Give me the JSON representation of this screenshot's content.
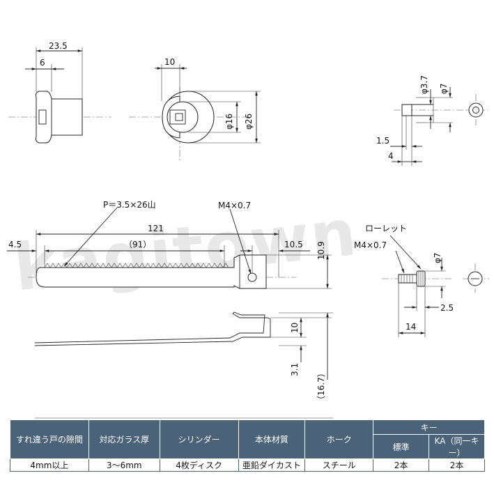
{
  "watermark": "kagitown",
  "dims": {
    "top_left_width": "23.5",
    "top_left_small": "6",
    "front_width": "10",
    "dia_16": "φ16",
    "dia_26": "φ26",
    "dia_37": "φ3.7",
    "dia_7_top": "φ7",
    "dim_15": "1.5",
    "dim_4": "4",
    "pitch": "P＝3.5×26山",
    "thread_top": "M4×0.7",
    "length_121": "121",
    "length_91": "（91）",
    "dim_45": "4.5",
    "dim_105": "10.5",
    "dim_109": "10.9",
    "knurl": "ローレット",
    "thread_side": "M4×0.7",
    "dia_7_side": "φ7",
    "dim_25": "2.5",
    "dim_14": "14",
    "dim_10": "10",
    "dim_31": "3.1",
    "dim_167": "（16.7）"
  },
  "table": {
    "headers": [
      "すれ違う戸の隙間",
      "対応ガラス厚",
      "シリンダー",
      "本体材質",
      "ホーク",
      "キー"
    ],
    "sub_headers": [
      "標準",
      "KA（同一キー）"
    ],
    "row": [
      "4mm以上",
      "3～6mm",
      "4枚ディスク",
      "亜鉛ダイカスト",
      "スチール",
      "2本",
      "2本"
    ]
  }
}
